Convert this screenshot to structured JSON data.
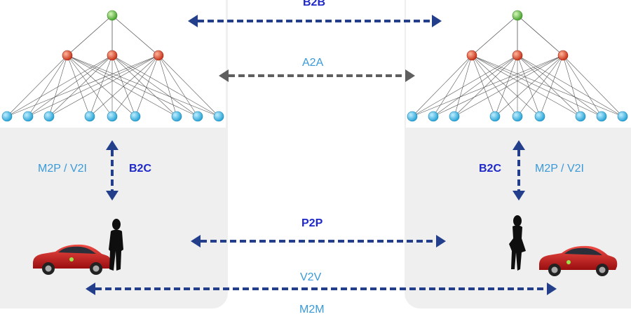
{
  "labels": {
    "b2b": "B2B",
    "a2a": "A2A",
    "m2p_v2i_left": "M2P / V2I",
    "b2c_left": "B2C",
    "b2c_right": "B2C",
    "m2p_v2i_right": "M2P / V2I",
    "p2p": "P2P",
    "v2v": "V2V",
    "m2m": "M2M"
  },
  "colors": {
    "panel": "#efefef",
    "dark_arrow": "#233f8c",
    "gray_arrow": "#5f5f5f",
    "light_label": "#3a9ad9",
    "dark_label": "#1e28c8",
    "input_node": "#3bb7e6",
    "hidden_node": "#e1462c",
    "output_node": "#5fbf45",
    "car_body": "#c9181b"
  },
  "icons": [
    "neural-network-icon",
    "car-icon",
    "person-icon"
  ]
}
